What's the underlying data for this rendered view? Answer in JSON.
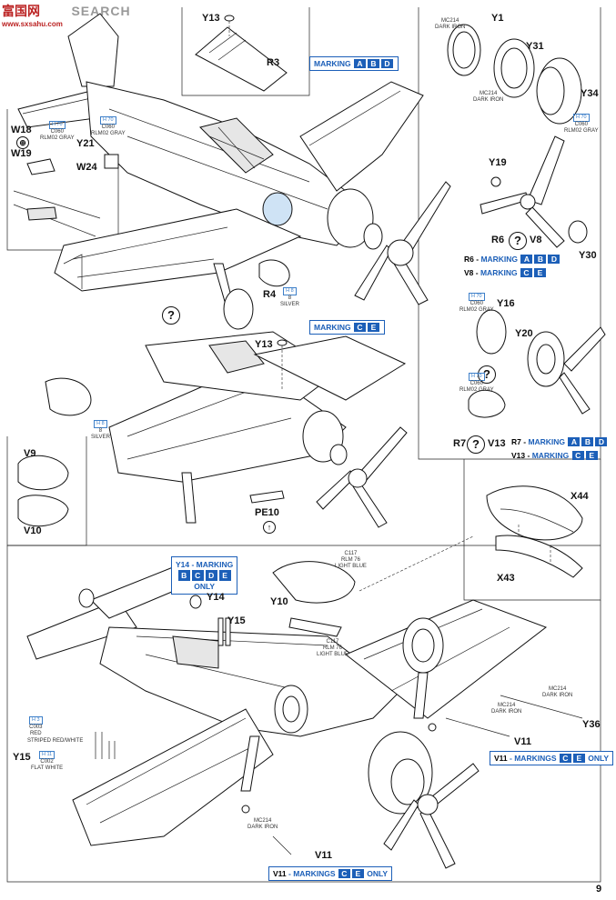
{
  "watermark": {
    "brand_cn": "富国网",
    "brand_en": "SEARCH",
    "url": "www.sxsahu.com"
  },
  "page_number": "9",
  "markings": {
    "abd": {
      "prefix": "MARKING",
      "letters": [
        "A",
        "B",
        "D"
      ]
    },
    "ce": {
      "prefix": "MARKING",
      "letters": [
        "C",
        "E"
      ]
    },
    "r6": {
      "part": "R6",
      "prefix": "MARKING",
      "letters": [
        "A",
        "B",
        "D"
      ]
    },
    "v8": {
      "part": "V8",
      "prefix": "MARKING",
      "letters": [
        "C",
        "E"
      ]
    },
    "r7": {
      "part": "R7",
      "prefix": "MARKING",
      "letters": [
        "A",
        "B",
        "D"
      ]
    },
    "v13": {
      "part": "V13",
      "prefix": "MARKING",
      "letters": [
        "C",
        "E"
      ]
    },
    "y14": {
      "line1": "Y14 - MARKING",
      "letters": [
        "B",
        "C",
        "D",
        "E"
      ],
      "line3": "ONLY"
    },
    "v11a": {
      "part": "V11",
      "prefix": "MARKINGS",
      "letters": [
        "C",
        "E"
      ],
      "suffix": "ONLY"
    },
    "v11b": {
      "part": "V11",
      "prefix": "MARKINGS",
      "letters": [
        "C",
        "E"
      ],
      "suffix": "ONLY"
    }
  },
  "parts": {
    "y13a": "Y13",
    "r3": "R3",
    "y1": "Y1",
    "y31": "Y31",
    "y34": "Y34",
    "w18": "W18",
    "w19": "W19",
    "y21": "Y21",
    "w24": "W24",
    "y19": "Y19",
    "r6": "R6",
    "v8": "V8",
    "y30": "Y30",
    "r4": "R4",
    "y16": "Y16",
    "y20": "Y20",
    "y13b": "Y13",
    "v9": "V9",
    "v10": "V10",
    "pe10": "PE10",
    "r7": "R7",
    "v13": "V13",
    "x44": "X44",
    "x43": "X43",
    "y10": "Y10",
    "y14": "Y14",
    "y15a": "Y15",
    "y15b": "Y15",
    "y36": "Y36",
    "v11a": "V11",
    "v11b": "V11"
  },
  "paints": {
    "mc214_dark_iron": {
      "code": "MC214",
      "name": "DARK IRON"
    },
    "h70_rlm02": {
      "h": "H 70",
      "c": "C060",
      "name": "RLM02 GRAY"
    },
    "h8_silver": {
      "h": "H 8",
      "c": "8",
      "name": "SILVER"
    },
    "c117_blue": {
      "code": "C117",
      "rlm": "RLM 76",
      "name": "LIGHT BLUE"
    },
    "h3_red": {
      "h": "H 3",
      "c": "C003",
      "name": "RED"
    },
    "striped": "STRIPED RED/WHITE",
    "h11_white": {
      "h": "H 11",
      "c": "C002",
      "name": "FLAT WHITE"
    }
  },
  "symbols": {
    "question": "?"
  }
}
